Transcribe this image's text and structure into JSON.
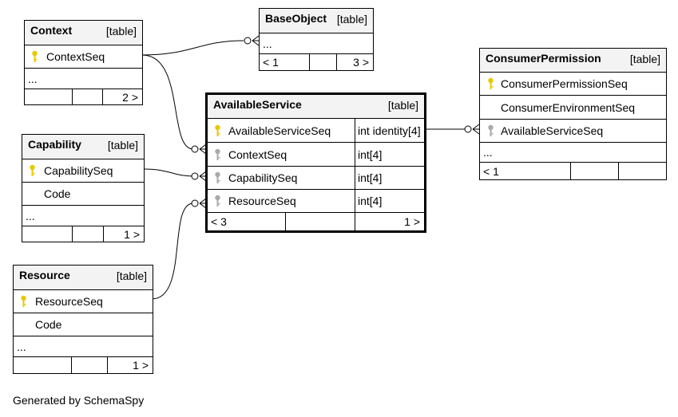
{
  "footer_text": "Generated by SchemaSpy",
  "tables": {
    "context": {
      "name": "Context",
      "tag": "[table]",
      "columns": [
        "ContextSeq"
      ],
      "ellipsis": "...",
      "nav": [
        "",
        "",
        "2 >"
      ]
    },
    "baseobject": {
      "name": "BaseObject",
      "tag": "[table]",
      "ellipsis": "...",
      "nav": [
        "< 1",
        "",
        "3 >"
      ]
    },
    "capability": {
      "name": "Capability",
      "tag": "[table]",
      "columns": [
        "CapabilitySeq",
        "Code"
      ],
      "ellipsis": "...",
      "nav": [
        "",
        "",
        "1 >"
      ]
    },
    "resource": {
      "name": "Resource",
      "tag": "[table]",
      "columns": [
        "ResourceSeq",
        "Code"
      ],
      "ellipsis": "...",
      "nav": [
        "",
        "",
        "1 >"
      ]
    },
    "availableservice": {
      "name": "AvailableService",
      "tag": "[table]",
      "columns": [
        {
          "name": "AvailableServiceSeq",
          "type": "int identity[4]"
        },
        {
          "name": "ContextSeq",
          "type": "int[4]"
        },
        {
          "name": "CapabilitySeq",
          "type": "int[4]"
        },
        {
          "name": "ResourceSeq",
          "type": "int[4]"
        }
      ],
      "nav": [
        "< 3",
        "",
        "1 >"
      ]
    },
    "consumerpermission": {
      "name": "ConsumerPermission",
      "tag": "[table]",
      "columns": [
        "ConsumerPermissionSeq",
        "ConsumerEnvironmentSeq",
        "AvailableServiceSeq"
      ],
      "ellipsis": "...",
      "nav": [
        "< 1",
        "",
        ""
      ]
    }
  },
  "colors": {
    "primary_key": "#e8c800",
    "foreign_key": "#aaaaaa",
    "header_bg": "#f3f3f3"
  },
  "icons": {
    "primary_key": "key-icon",
    "foreign_key": "key-icon"
  }
}
